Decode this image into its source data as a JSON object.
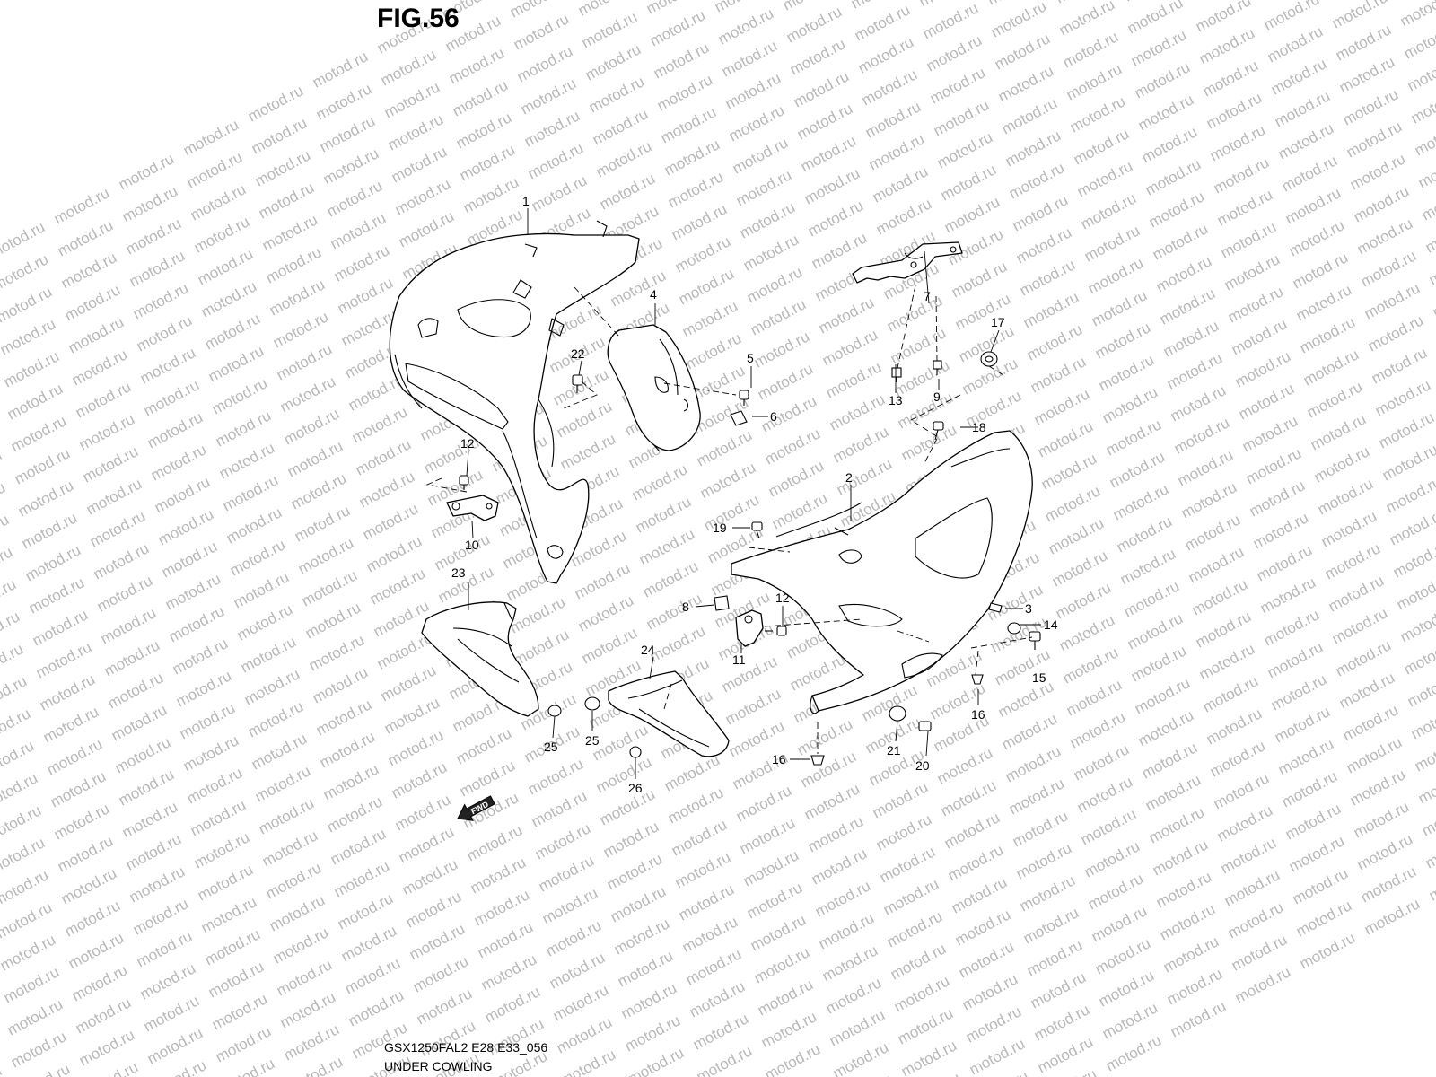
{
  "figure_label": "FIG.56",
  "model_code": "GSX1250FAL2 E28 E33_056",
  "section_title": "UNDER COWLING",
  "watermark_text": "motod.ru",
  "fwd_label": "FWD",
  "callouts": {
    "c1": "1",
    "c2": "2",
    "c3": "3",
    "c4": "4",
    "c5": "5",
    "c6": "6",
    "c7": "7",
    "c8": "8",
    "c9": "9",
    "c10": "10",
    "c11": "11",
    "c12a": "12",
    "c12b": "12",
    "c13": "13",
    "c14": "14",
    "c15": "15",
    "c16a": "16",
    "c16b": "16",
    "c17": "17",
    "c18": "18",
    "c19": "19",
    "c20": "20",
    "c21": "21",
    "c22": "22",
    "c23": "23",
    "c24": "24",
    "c25a": "25",
    "c25b": "25",
    "c26": "26"
  },
  "colors": {
    "line": "#000000",
    "watermark": "#b8b8b8",
    "background": "#ffffff"
  }
}
